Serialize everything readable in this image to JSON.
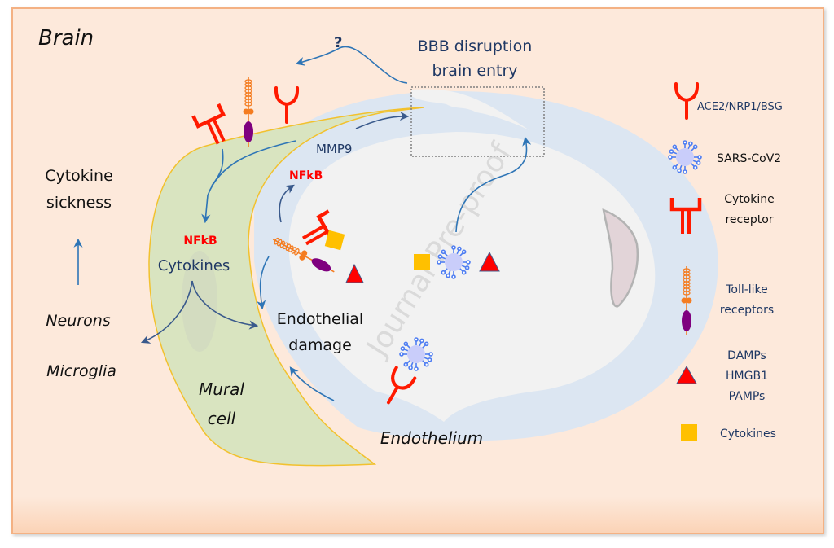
{
  "figure": {
    "title": "Brain",
    "watermark": "Journal Pre-proof",
    "colors": {
      "frame_fill": "#fde9db",
      "frame_border": "#f4b183",
      "mural_fill": "#d9e4c0",
      "mural_border": "#f2c12e",
      "endothelium_fill": "#dce6f2",
      "lumen_fill": "#f2f2f2",
      "arrow": "#2e75b6",
      "receptor_red": "#ff1a00",
      "tlr_orange": "#f47c20",
      "tlr_purple": "#7f007f",
      "virus_fill": "#c9cdfa",
      "virus_spikes": "#4f7ef2",
      "cytokine_yellow": "#ffc000",
      "damp_red": "#ff0000",
      "nucleus_fill": "#e2d4d8",
      "nucleus_border": "#b3b3b3"
    }
  },
  "labels": {
    "question_mark": "?",
    "bbb_line1": "BBB disruption",
    "bbb_line2": "brain entry",
    "mmp9": "MMP9",
    "nfkb_endothelial": "NFkB",
    "nfkb_mural": "NFkB",
    "cytokines_mural": "Cytokines",
    "cytokine_sickness_line1": "Cytokine",
    "cytokine_sickness_line2": "sickness",
    "neurons": "Neurons",
    "microglia": "Microglia",
    "mural_line1": "Mural",
    "mural_line2": "cell",
    "endothelial_damage_line1": "Endothelial",
    "endothelial_damage_line2": "damage",
    "endothelium": "Endothelium"
  },
  "legend": {
    "items": [
      {
        "icon": "ace2-receptor-icon",
        "label_lines": [
          "ACE2/NRP1/BSG"
        ]
      },
      {
        "icon": "sars-cov2-virus-icon",
        "label_lines": [
          "SARS-CoV2"
        ]
      },
      {
        "icon": "cytokine-receptor-icon",
        "label_lines": [
          "Cytokine",
          "receptor"
        ]
      },
      {
        "icon": "toll-like-receptor-icon",
        "label_lines": [
          "Toll-like",
          "receptors"
        ]
      },
      {
        "icon": "damp-triangle-icon",
        "label_lines": [
          "DAMPs",
          "HMGB1",
          "PAMPs"
        ]
      },
      {
        "icon": "cytokine-square-icon",
        "label_lines": [
          "Cytokines"
        ]
      }
    ]
  }
}
